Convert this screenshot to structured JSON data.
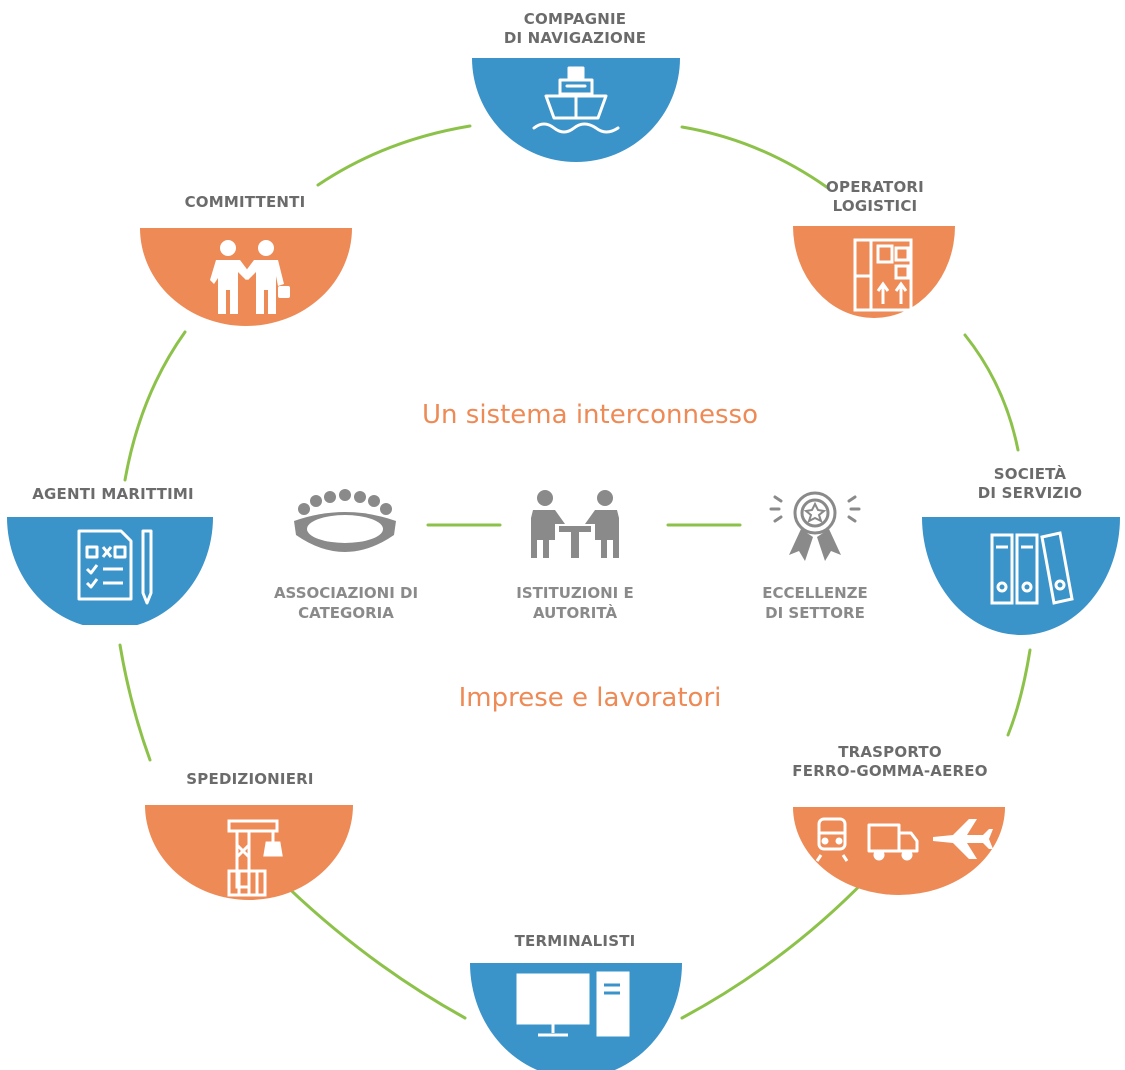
{
  "center": {
    "title_top": "Un sistema interconnesso",
    "title_bottom": "Imprese e lavoratori"
  },
  "colors": {
    "blue": "#3a93c9",
    "orange": "#ee8a55",
    "green": "#8dc24a",
    "gray_text": "#6b6b6b",
    "icon_gray": "#8a8a8a"
  },
  "nodes": {
    "compagnie": {
      "line1": "COMPAGNIE",
      "line2": "DI NAVIGAZIONE",
      "color": "blue",
      "icon": "ship-icon"
    },
    "operatori": {
      "line1": "OPERATORI",
      "line2": "LOGISTICI",
      "color": "orange",
      "icon": "warehouse-icon"
    },
    "societa": {
      "line1": "SOCIETÀ",
      "line2": "DI SERVIZIO",
      "color": "blue",
      "icon": "binders-icon"
    },
    "trasporto": {
      "line1": "TRASPORTO",
      "line2": "FERRO-GOMMA-AEREO",
      "color": "orange",
      "icon": "train-truck-plane-icon"
    },
    "terminalisti": {
      "line1": "TERMINALISTI",
      "color": "blue",
      "icon": "computer-icon"
    },
    "spedizionieri": {
      "line1": "SPEDIZIONIERI",
      "color": "orange",
      "icon": "crane-icon"
    },
    "agenti": {
      "line1": "AGENTI MARITTIMI",
      "color": "blue",
      "icon": "checklist-icon"
    },
    "committenti": {
      "line1": "COMMITTENTI",
      "color": "orange",
      "icon": "handshake-icon"
    }
  },
  "inner": {
    "associazioni": {
      "line1": "ASSOCIAZIONI DI",
      "line2": "CATEGORIA",
      "icon": "meeting-table-icon"
    },
    "istituzioni": {
      "line1": "ISTITUZIONI E",
      "line2": "AUTORITÀ",
      "icon": "negotiation-icon"
    },
    "eccellenze": {
      "line1": "ECCELLENZE",
      "line2": "DI SETTORE",
      "icon": "award-icon"
    }
  }
}
